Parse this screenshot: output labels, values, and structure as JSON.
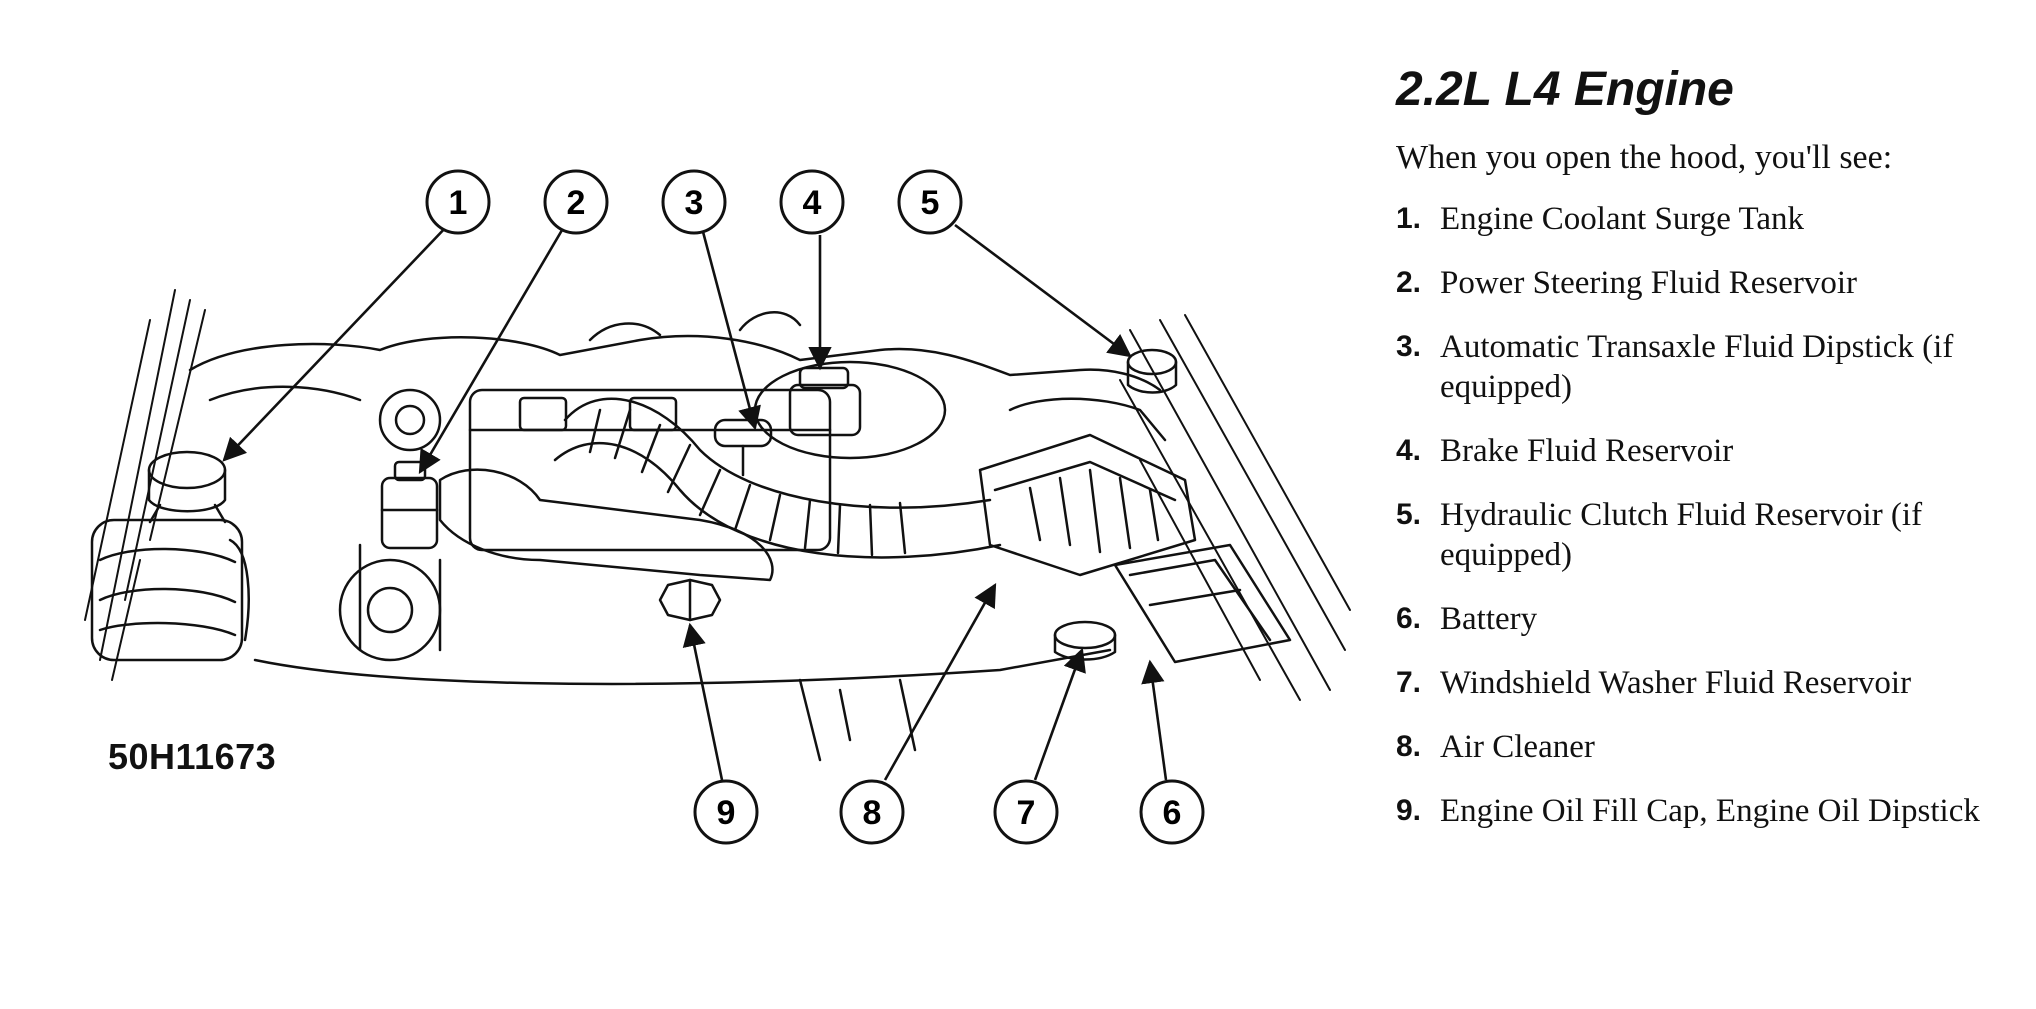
{
  "diagram": {
    "reference_code": "50H11673",
    "callouts": [
      "1",
      "2",
      "3",
      "4",
      "5",
      "6",
      "7",
      "8",
      "9"
    ]
  },
  "legend": {
    "title": "2.2L L4 Engine",
    "intro": "When you open the hood, you'll see:",
    "items": [
      {
        "num": "1.",
        "text": "Engine Coolant Surge Tank"
      },
      {
        "num": "2.",
        "text": "Power Steering Fluid Reservoir"
      },
      {
        "num": "3.",
        "text": "Automatic Transaxle Fluid Dipstick (if equipped)"
      },
      {
        "num": "4.",
        "text": "Brake Fluid Reservoir"
      },
      {
        "num": "5.",
        "text": "Hydraulic Clutch Fluid Reservoir (if equipped)"
      },
      {
        "num": "6.",
        "text": "Battery"
      },
      {
        "num": "7.",
        "text": "Windshield Washer Fluid Reservoir"
      },
      {
        "num": "8.",
        "text": "Air Cleaner"
      },
      {
        "num": "9.",
        "text": "Engine Oil Fill Cap, Engine Oil Dipstick"
      }
    ]
  }
}
